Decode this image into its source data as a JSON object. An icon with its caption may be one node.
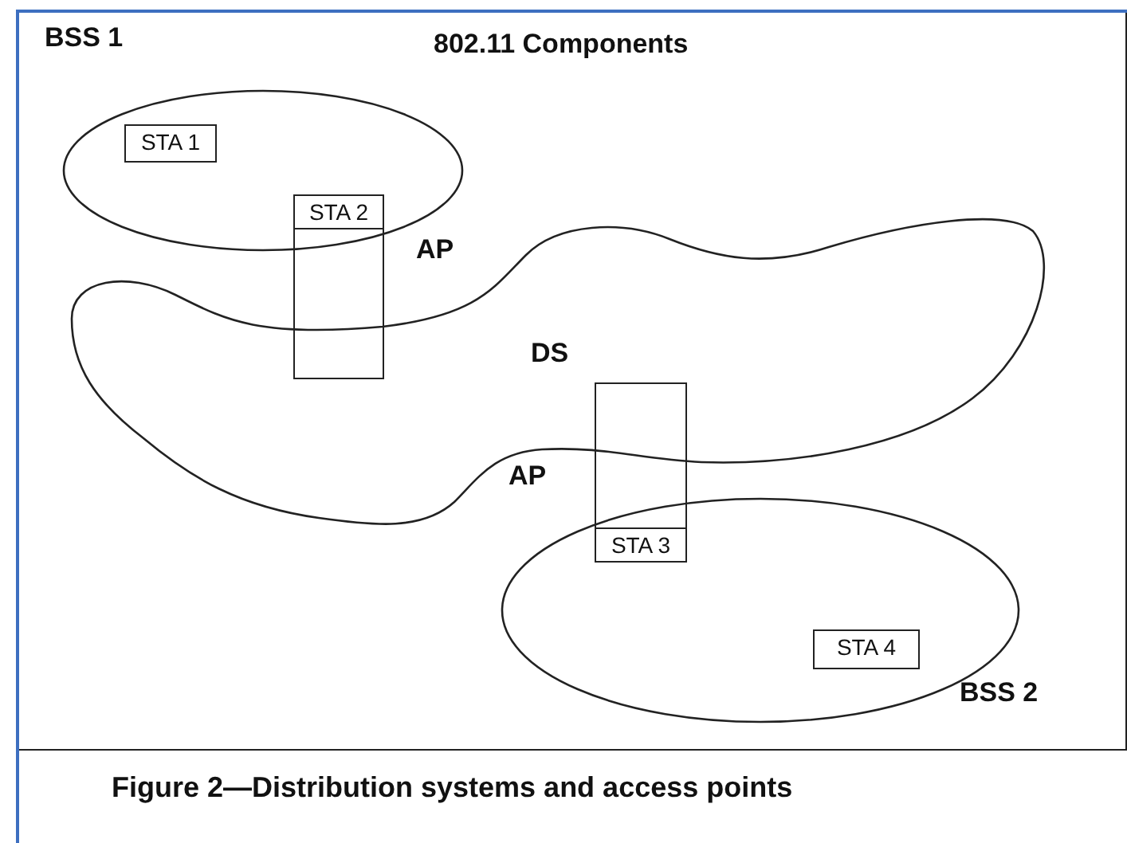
{
  "diagram": {
    "title": "802.11 Components",
    "caption": "Figure 2—Distribution systems and access points",
    "nodes": [
      {
        "text": [
          "BSS 1"
        ]
      },
      {
        "text": [
          "STA 1"
        ],
        "in": 0
      },
      {
        "text": [
          "DS"
        ]
      },
      {
        "text": [
          "STA 2"
        ]
      },
      {
        "text": [
          "STA 3"
        ]
      },
      {
        "text": [
          "BSS 2"
        ]
      },
      {
        "text": [
          "STA 4"
        ],
        "in": 5
      }
    ],
    "edges": [],
    "labels": [
      "AP",
      "AP"
    ]
  }
}
